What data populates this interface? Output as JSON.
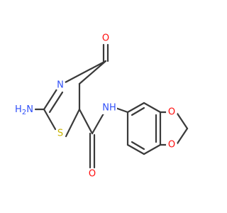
{
  "molecule": {
    "atoms": {
      "o_carbonyl_ring": {
        "text": "O",
        "color": "#ff0d0d"
      },
      "n_ring": {
        "text": "N",
        "color": "#3050f8"
      },
      "h2n": {
        "text": "H2N",
        "color": "#3050f8"
      },
      "s_ring": {
        "text": "S",
        "color": "#c8b400"
      },
      "o_amide": {
        "text": "O",
        "color": "#ff0d0d"
      },
      "nh": {
        "text": "NH",
        "color": "#3050f8"
      },
      "o_top": {
        "text": "O",
        "color": "#ff0d0d"
      },
      "o_bottom": {
        "text": "O",
        "color": "#ff0d0d"
      }
    },
    "bond_color": "#3a3a3a",
    "background": "#ffffff"
  }
}
